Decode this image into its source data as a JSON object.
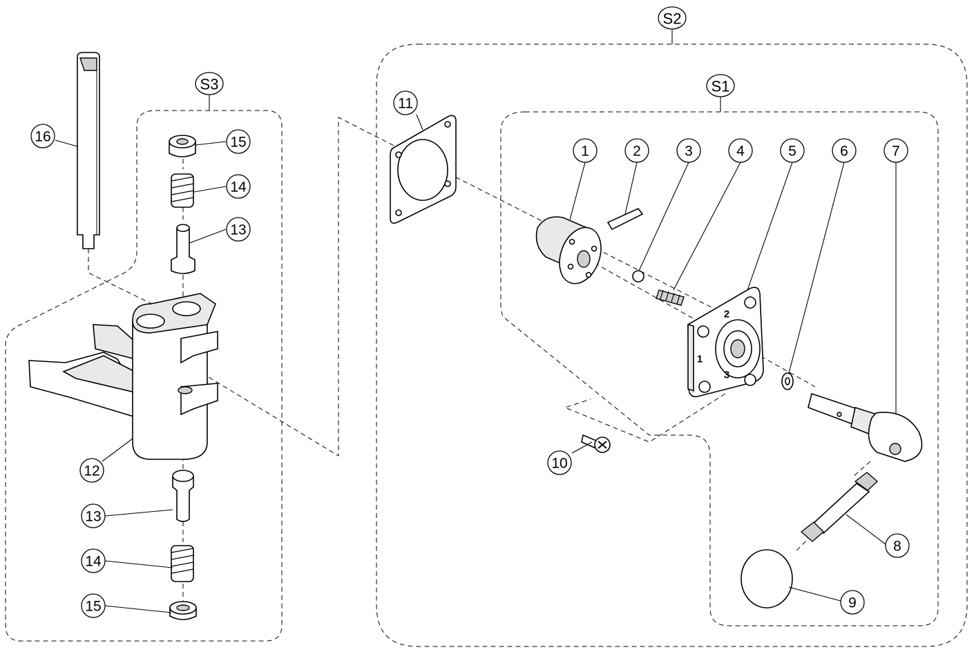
{
  "diagram": {
    "assemblies": [
      {
        "id": "S2",
        "label": "S2"
      },
      {
        "id": "S1",
        "label": "S1"
      },
      {
        "id": "S3",
        "label": "S3"
      }
    ],
    "callouts": [
      {
        "id": "c1",
        "label": "1"
      },
      {
        "id": "c2",
        "label": "2"
      },
      {
        "id": "c3",
        "label": "3"
      },
      {
        "id": "c4",
        "label": "4"
      },
      {
        "id": "c5",
        "label": "5"
      },
      {
        "id": "c6",
        "label": "6"
      },
      {
        "id": "c7",
        "label": "7"
      },
      {
        "id": "c8",
        "label": "8"
      },
      {
        "id": "c9",
        "label": "9"
      },
      {
        "id": "c10",
        "label": "10"
      },
      {
        "id": "c11",
        "label": "11"
      },
      {
        "id": "c12",
        "label": "12"
      },
      {
        "id": "c13a",
        "label": "13"
      },
      {
        "id": "c13b",
        "label": "13"
      },
      {
        "id": "c14a",
        "label": "14"
      },
      {
        "id": "c14b",
        "label": "14"
      },
      {
        "id": "c15a",
        "label": "15"
      },
      {
        "id": "c15b",
        "label": "15"
      },
      {
        "id": "c16",
        "label": "16"
      }
    ],
    "plate_markings": [
      "1",
      "2",
      "3"
    ]
  }
}
